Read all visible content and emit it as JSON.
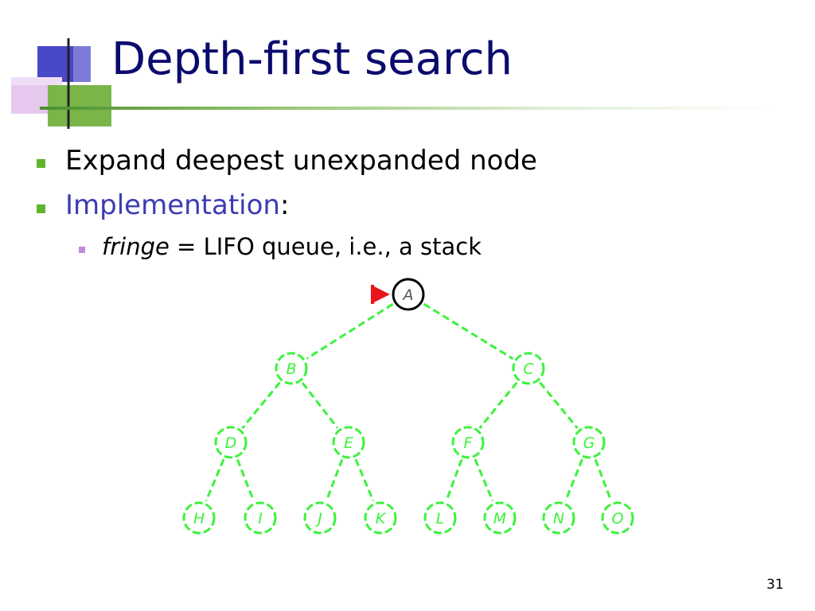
{
  "slide": {
    "title": "Depth-first search",
    "bullets": {
      "b1": "Expand deepest unexpanded node",
      "b2_highlight": "Implementation",
      "b2_rest": ":",
      "sub_italic": "fringe",
      "sub_rest": " = LIFO queue, i.e., a stack"
    },
    "page_number": "31"
  },
  "colors": {
    "title": "#0b0b6e",
    "bullet_square": "#5fb52e",
    "sub_bullet_square": "#c38ad8",
    "highlight": "#3c3cb4",
    "tree_green": "#3cf23c",
    "expanded_node": "#000000",
    "pointer": "#e8161c"
  },
  "tree": {
    "current_node": "A",
    "nodes": [
      {
        "id": "A",
        "label": "A",
        "state": "expanded"
      },
      {
        "id": "B",
        "label": "B",
        "state": "unvisited"
      },
      {
        "id": "C",
        "label": "C",
        "state": "unvisited"
      },
      {
        "id": "D",
        "label": "D",
        "state": "unvisited"
      },
      {
        "id": "E",
        "label": "E",
        "state": "unvisited"
      },
      {
        "id": "F",
        "label": "F",
        "state": "unvisited"
      },
      {
        "id": "G",
        "label": "G",
        "state": "unvisited"
      },
      {
        "id": "H",
        "label": "H",
        "state": "unvisited"
      },
      {
        "id": "I",
        "label": "I",
        "state": "unvisited"
      },
      {
        "id": "J",
        "label": "J",
        "state": "unvisited"
      },
      {
        "id": "K",
        "label": "K",
        "state": "unvisited"
      },
      {
        "id": "L",
        "label": "L",
        "state": "unvisited"
      },
      {
        "id": "M",
        "label": "M",
        "state": "unvisited"
      },
      {
        "id": "N",
        "label": "N",
        "state": "unvisited"
      },
      {
        "id": "O",
        "label": "O",
        "state": "unvisited"
      }
    ],
    "edges": [
      [
        "A",
        "B"
      ],
      [
        "A",
        "C"
      ],
      [
        "B",
        "D"
      ],
      [
        "B",
        "E"
      ],
      [
        "C",
        "F"
      ],
      [
        "C",
        "G"
      ],
      [
        "D",
        "H"
      ],
      [
        "D",
        "I"
      ],
      [
        "E",
        "J"
      ],
      [
        "E",
        "K"
      ],
      [
        "F",
        "L"
      ],
      [
        "F",
        "M"
      ],
      [
        "G",
        "N"
      ],
      [
        "G",
        "O"
      ]
    ]
  }
}
